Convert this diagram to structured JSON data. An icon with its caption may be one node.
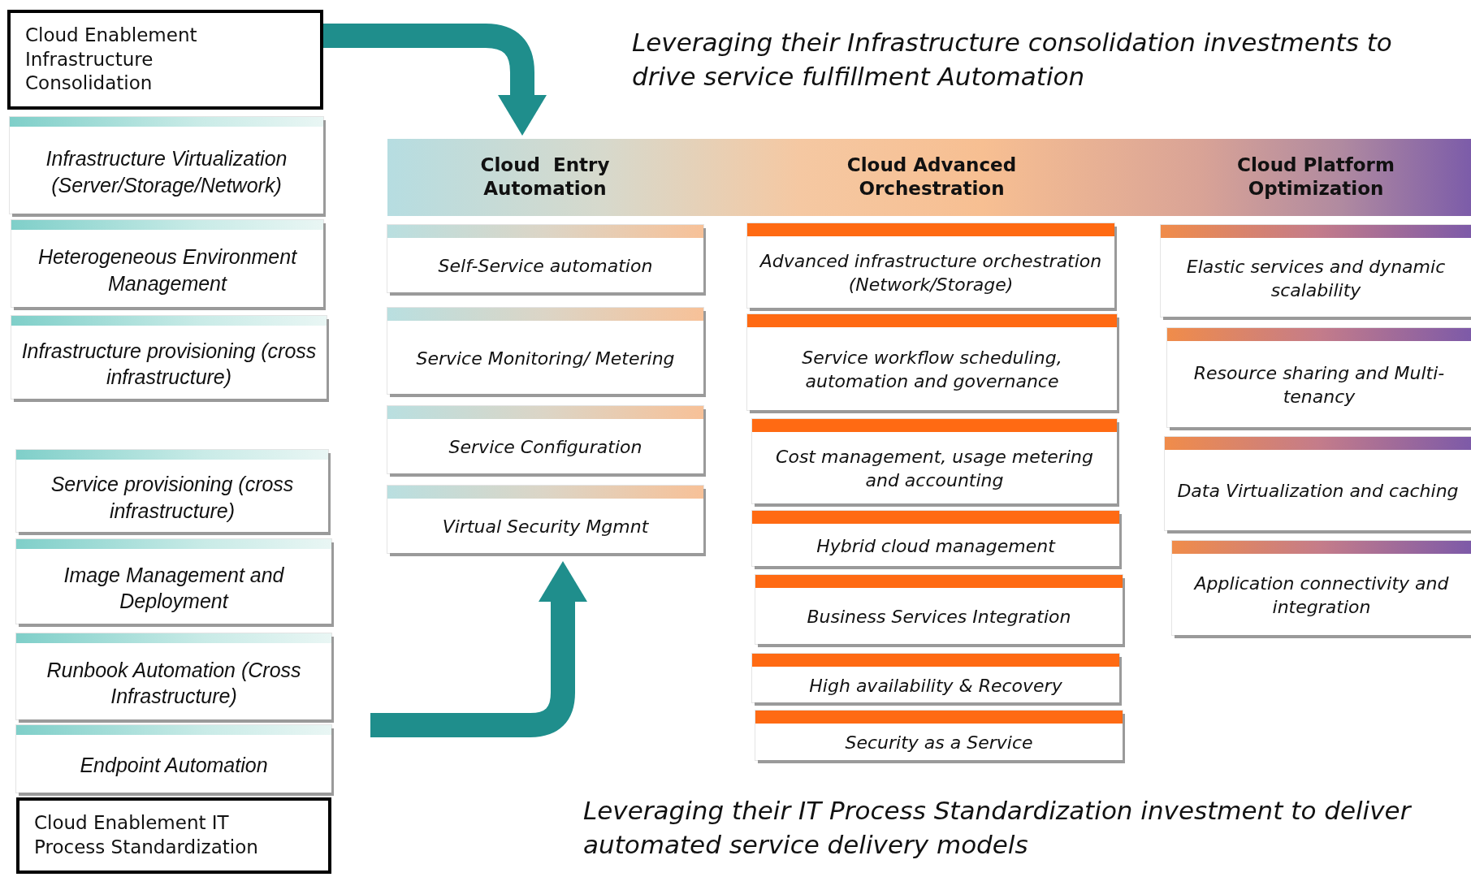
{
  "diagram": {
    "nodes": [
      {
        "text": [
          "Cloud Enablement Infrastructure Consolidation"
        ]
      },
      {
        "text": [
          "Infrastructure Virtualization (Server/Storage/Network)"
        ]
      },
      {
        "text": [
          "Heterogeneous Environment Management"
        ]
      },
      {
        "text": [
          "Infrastructure provisioning (cross infrastructure)"
        ]
      },
      {
        "text": [
          "Service provisioning (cross infrastructure)"
        ]
      },
      {
        "text": [
          "Image Management and Deployment"
        ]
      },
      {
        "text": [
          "Runbook Automation (Cross Infrastructure)"
        ]
      },
      {
        "text": [
          "Endpoint Automation"
        ]
      },
      {
        "text": [
          "Cloud Enablement IT Process Standardization"
        ]
      },
      {
        "text": [
          "Cloud  Entry Automation",
          "Cloud Advanced Orchestration",
          "Cloud Platform Optimization"
        ]
      },
      {
        "text": [
          "Self-Service automation"
        ]
      },
      {
        "text": [
          "Service Monitoring/ Metering"
        ]
      },
      {
        "text": [
          "Service Configuration"
        ]
      },
      {
        "text": [
          "Virtual Security Mgmnt"
        ]
      },
      {
        "text": [
          "Advanced infrastructure orchestration (Network/Storage)"
        ]
      },
      {
        "text": [
          "Service workflow scheduling, automation and governance"
        ]
      },
      {
        "text": [
          "Cost management, usage metering and accounting"
        ]
      },
      {
        "text": [
          "Hybrid cloud management"
        ]
      },
      {
        "text": [
          "Business Services Integration"
        ]
      },
      {
        "text": [
          "High availability & Recovery"
        ]
      },
      {
        "text": [
          "Security as a Service"
        ]
      },
      {
        "text": [
          "Elastic services and dynamic scalability"
        ]
      },
      {
        "text": [
          "Resource sharing and Multi-tenancy"
        ]
      },
      {
        "text": [
          "Data Virtualization and caching"
        ]
      },
      {
        "text": [
          "Application connectivity and integration"
        ]
      }
    ],
    "edges": [
      {
        "from": 0,
        "to": 9,
        "arrow": "to"
      },
      {
        "from": null,
        "to": 13,
        "arrow": "to"
      }
    ],
    "labels": [
      "Leveraging their Infrastructure consolidation investments to drive service fulfillment Automation",
      "Leveraging their IT Process Standardization investment to deliver automated service delivery models"
    ]
  }
}
